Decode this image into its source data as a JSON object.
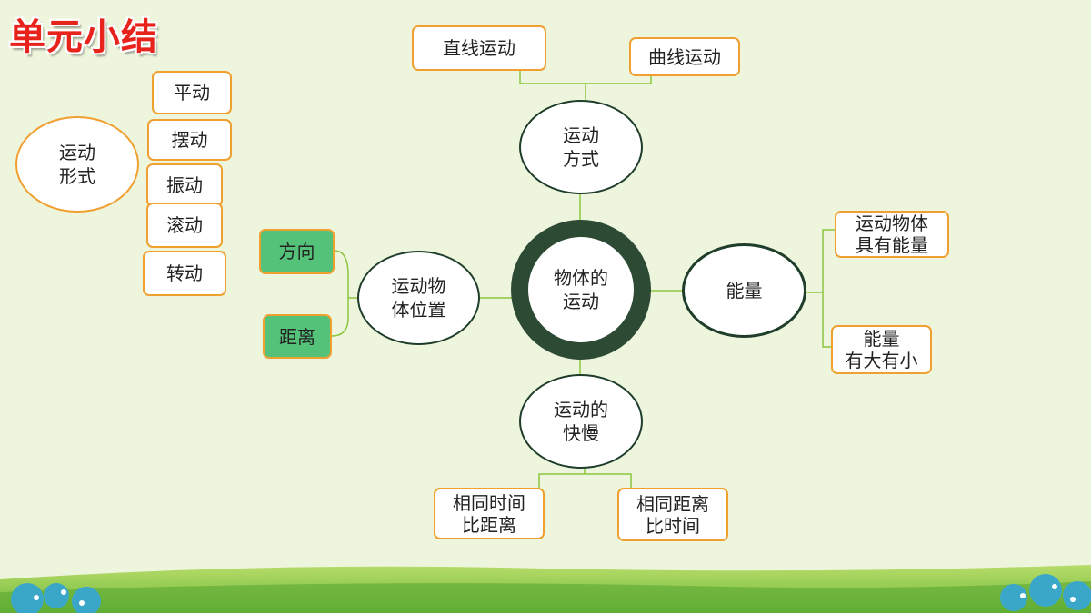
{
  "title": "单元小结",
  "center": {
    "line1": "物体的",
    "line2": "运动"
  },
  "top_node": {
    "line1": "运动",
    "line2": "方式",
    "children": [
      "直线运动",
      "曲线运动"
    ]
  },
  "bottom_node": {
    "line1": "运动的",
    "line2": "快慢",
    "children": [
      {
        "line1": "相同时间",
        "line2": "比距离"
      },
      {
        "line1": "相同距离",
        "line2": "比时间"
      }
    ]
  },
  "left_node": {
    "line1": "运动物",
    "line2": "体位置",
    "children": [
      "方向",
      "距离"
    ]
  },
  "right_node": {
    "label": "能量",
    "children": [
      {
        "line1": "运动物体",
        "line2": "具有能量"
      },
      {
        "line1": "能量",
        "line2": "有大有小"
      }
    ]
  },
  "motion_forms": {
    "line1": "运动",
    "line2": "形式",
    "items": [
      "平动",
      "摆动",
      "振动",
      "滚动",
      "转动"
    ]
  },
  "colors": {
    "title": "#e8231c",
    "box_border": "#f0a030",
    "green_fill": "#55c27a",
    "connector": "#8cc63f",
    "center_ring": "#2d4a34"
  }
}
